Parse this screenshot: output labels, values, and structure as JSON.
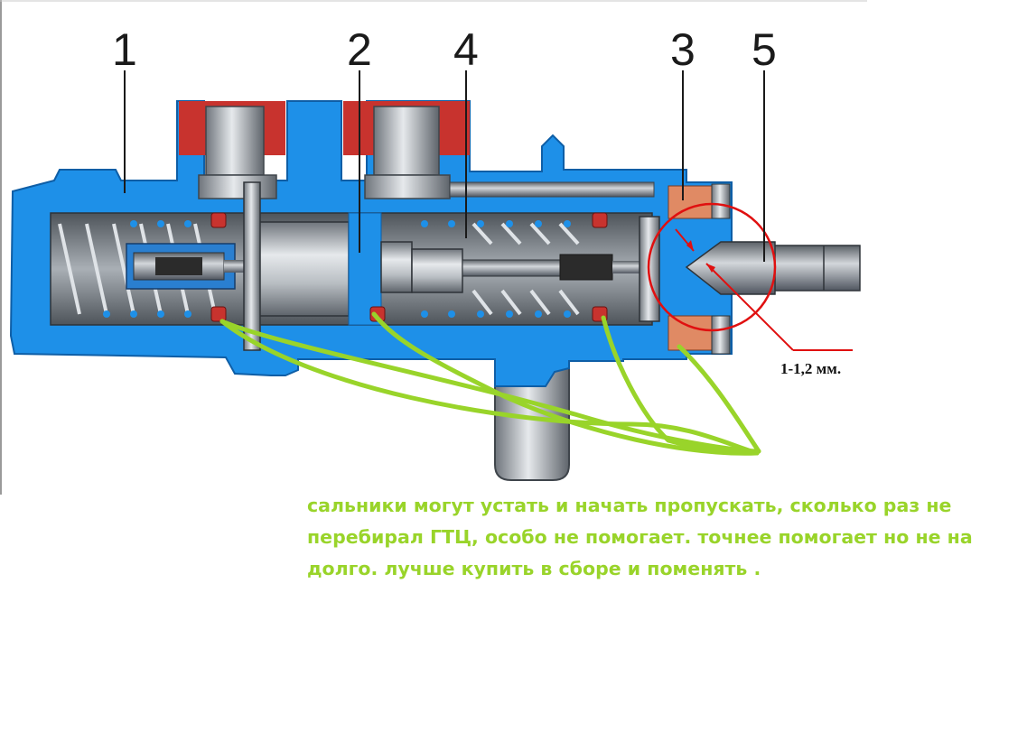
{
  "callouts": {
    "part_1": "1",
    "part_2": "2",
    "part_4": "4",
    "part_3": "3",
    "part_5": "5"
  },
  "dimension_label": "1-1,2 мм.",
  "note_lines": [
    "сальники могут устать и начать пропускать, сколько раз не",
    "перебирал ГТЦ, особо не помогает. точнее помогает но не на",
    "долго. лучше купить в сборе и поменять ."
  ],
  "colors": {
    "body_blue": "#1e90e8",
    "seal_red": "#c8332e",
    "annotation_red": "#e01010",
    "annotation_green": "#99d42a",
    "metal_grey": "#9aa0a6"
  }
}
